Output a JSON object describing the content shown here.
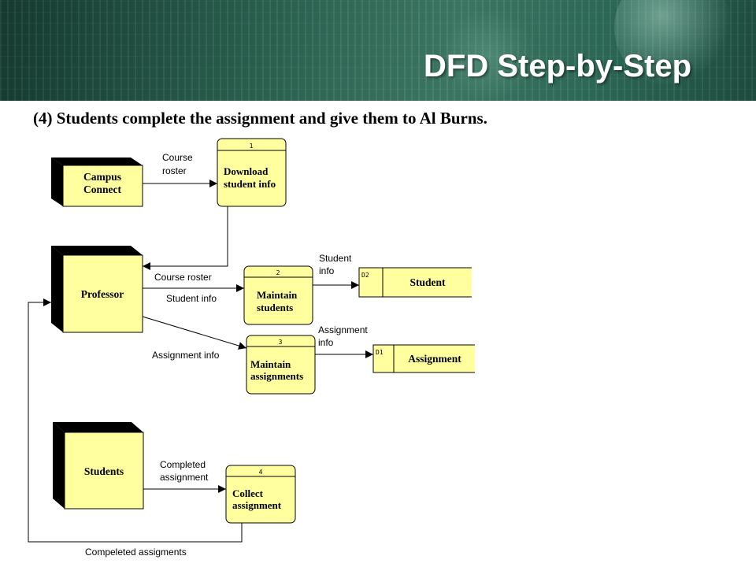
{
  "slide": {
    "title": "DFD Step-by-Step",
    "subtitle": "(4) Students complete the assignment and give them to Al Burns."
  },
  "colors": {
    "fill": "#ffffa0",
    "header_green": "#2c6452",
    "title": "#ffffff"
  },
  "entities": {
    "campus_connect": [
      "Campus",
      "Connect"
    ],
    "professor": "Professor",
    "students": "Students"
  },
  "processes": {
    "p1": {
      "id": "1",
      "lines": [
        "Download",
        "student info"
      ]
    },
    "p2": {
      "id": "2",
      "lines": [
        "Maintain",
        "students"
      ]
    },
    "p3": {
      "id": "3",
      "lines": [
        "Maintain",
        "assignments"
      ]
    },
    "p4": {
      "id": "4",
      "lines": [
        "Collect",
        "assignment"
      ]
    }
  },
  "data_stores": {
    "d2": {
      "id": "D2",
      "name": "Student"
    },
    "d1": {
      "id": "D1",
      "name": "Assignment"
    }
  },
  "flows": {
    "course_roster_in": [
      "Course",
      "roster"
    ],
    "course_roster_out": "Course roster",
    "student_info": "Student info",
    "student_info_store": [
      "Student",
      "info"
    ],
    "assignment_info": "Assignment info",
    "assignment_info_store": [
      "Assignment",
      "info"
    ],
    "completed_assignment": [
      "Completed",
      "assignment"
    ],
    "completed_assigments": "Compeleted assigments"
  }
}
